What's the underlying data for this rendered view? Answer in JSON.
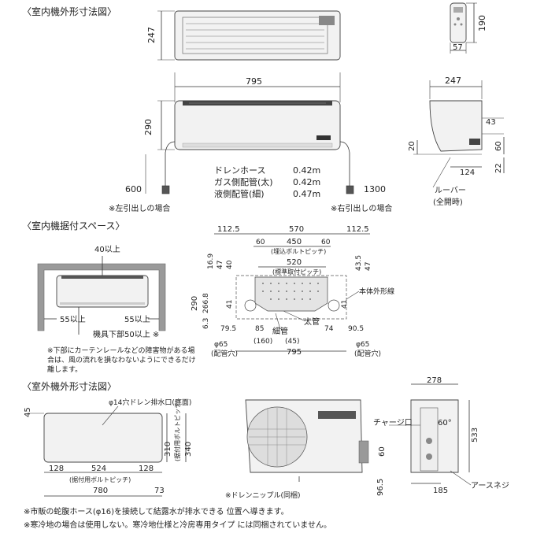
{
  "sections": {
    "indoor_dims": "〈室内機外形寸法図〉",
    "indoor_space": "〈室内機据付スペース〉",
    "outdoor_dims": "〈室外機外形寸法図〉"
  },
  "indoor_top": {
    "depth": "247",
    "remote_h": "190",
    "remote_w": "57"
  },
  "indoor_front": {
    "width": "795",
    "height": "290",
    "left_pipe": "600",
    "right_pipe": "1300",
    "left_note": "※左引出しの場合",
    "right_note": "※右引出しの場合"
  },
  "pipe_table": [
    {
      "label": "ドレンホース",
      "value": "0.42m"
    },
    {
      "label": "ガス側配管(太)",
      "value": "0.42m"
    },
    {
      "label": "液側配管(細)",
      "value": "0.47m"
    }
  ],
  "indoor_side": {
    "depth": "247",
    "d43": "43",
    "d60": "60",
    "d20": "20",
    "d22": "22",
    "d124": "124",
    "louver": "ルーバー",
    "open": "(全開時)"
  },
  "space": {
    "top": "40以上",
    "left": "55以上",
    "right": "55以上",
    "below": "機具下部50以上 ※",
    "note": "※下部にカーテンレールなどの障害物がある場合は、風の流れを損なわないようにできるだけ離します。"
  },
  "mount": {
    "d112_5_l": "112.5",
    "d570": "570",
    "d112_5_r": "112.5",
    "d60_l": "60",
    "d450": "450",
    "d60_r": "60",
    "embed_pitch": "(埋込ボルトピッチ)",
    "d520": "520",
    "std_pitch": "(標準取付ピッチ)",
    "d16_9": "16.9",
    "d47_l": "47",
    "d40": "40",
    "d43_5": "43.5",
    "d47_r": "47",
    "d290": "290",
    "d266_8": "266.8",
    "d41_l": "41",
    "d41_r": "41",
    "d6_3": "6.3",
    "outline": "本体外形線",
    "thick": "太管",
    "thin": "細管",
    "d79_5": "79.5",
    "d85": "85",
    "d74": "74",
    "d90_5": "90.5",
    "d160": "(160)",
    "d45": "(45)",
    "d795": "795",
    "phi65_l": "φ65",
    "hole_l": "(配管穴)",
    "phi65_r": "φ65",
    "hole_r": "(配管穴)"
  },
  "outdoor": {
    "d45": "45",
    "drain_hole": "φ14穴ドレン排水口(底面)",
    "d310": "310",
    "bolt_pitch_v": "(据付用ボルトピッチ)",
    "d340": "340",
    "d128_l": "128",
    "d524": "524",
    "d128_r": "128",
    "bolt_pitch_h": "(据付用ボルトピッチ)",
    "d780": "780",
    "d73": "73",
    "d278": "278",
    "charge": "チャージ口",
    "angle": "60°",
    "d533": "533",
    "d60": "60",
    "d96_5": "96.5",
    "d185": "185",
    "earth": "アースネジ",
    "nipple": "※ドレンニップル(同梱)"
  },
  "notes": [
    "※市販の蛇腹ホース(φ16)を接続して結露水が排水できる 位置へ導きます。",
    "※寒冷地の場合は使用しない。寒冷地仕様と冷房専用タイプ には同梱されていません。"
  ]
}
